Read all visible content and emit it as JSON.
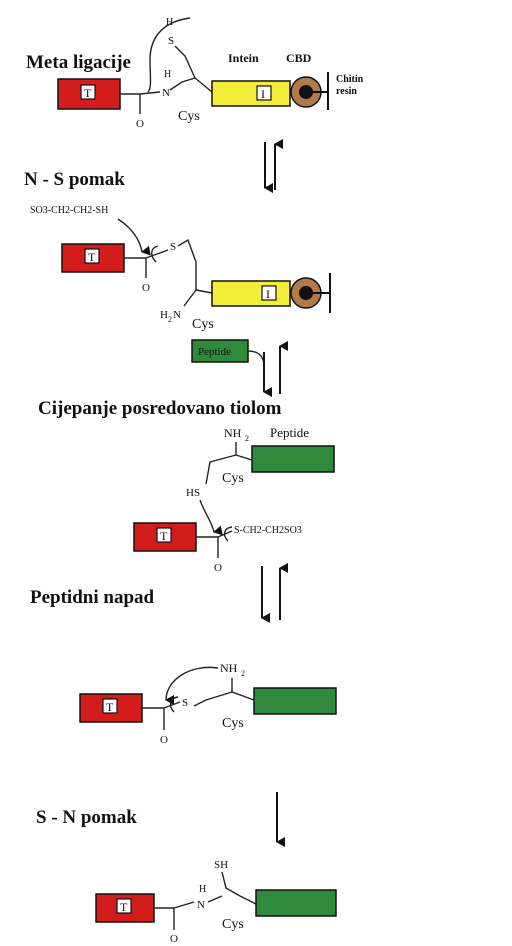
{
  "steps": {
    "s1": "Meta ligacije",
    "s2": "N - S pomak",
    "s3": "Cijepanje posredovano tiolom",
    "s4": "Peptidni napad",
    "s5": "S - N pomak"
  },
  "labels": {
    "intein": "Intein",
    "cbd": "CBD",
    "chitin": "Chitin",
    "resin": "resin",
    "cys": "Cys",
    "peptide": "Peptide",
    "tag": "T",
    "intein_tag": "I",
    "sulfur": "S",
    "hydrogen": "H",
    "nitrogen": "N",
    "oxygen": "O",
    "sh": "SH",
    "hs": "HS",
    "nh2": "NH",
    "sub2": "2",
    "h2n": "H",
    "mesna": "SO3-CH2-CH2-SH",
    "mesna_bound": "S-CH2-CH2SO3"
  },
  "colors": {
    "target": "#d31c1c",
    "intein": "#f3ee3a",
    "peptide": "#2f8a3c"
  }
}
